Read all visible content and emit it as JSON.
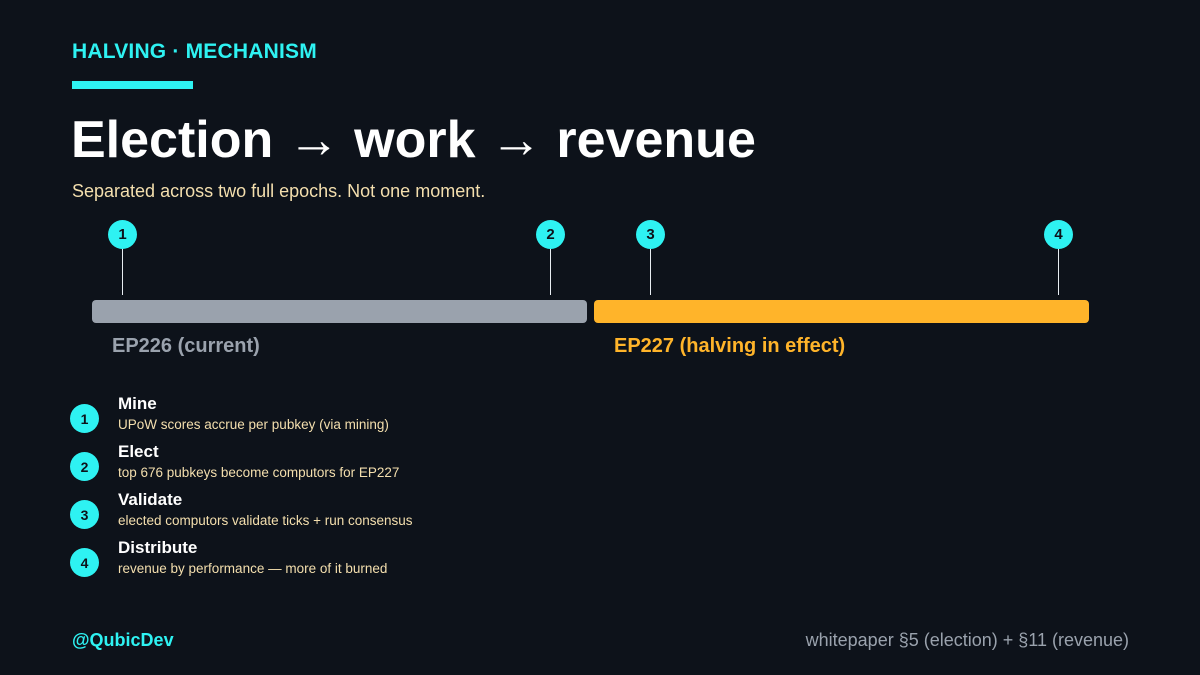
{
  "header": {
    "kicker": "HALVING · MECHANISM",
    "title": "Election → work → revenue",
    "subtitle": "Separated across two full epochs. Not one moment."
  },
  "timeline": {
    "markers": [
      "1",
      "2",
      "3",
      "4"
    ],
    "epochs": [
      {
        "label": "EP226 (current)",
        "color": "#9aa2ad"
      },
      {
        "label": "EP227 (halving in effect)",
        "color": "#ffb42a"
      }
    ]
  },
  "steps": [
    {
      "num": "1",
      "title": "Mine",
      "desc": "UPoW scores accrue per pubkey (via mining)"
    },
    {
      "num": "2",
      "title": "Elect",
      "desc": "top 676 pubkeys become computors for EP227"
    },
    {
      "num": "3",
      "title": "Validate",
      "desc": "elected computors validate ticks + run consensus"
    },
    {
      "num": "4",
      "title": "Distribute",
      "desc": "revenue by performance — more of it burned"
    }
  ],
  "footer": {
    "handle": "@QubicDev",
    "source": "whitepaper §5 (election) + §11 (revenue)"
  },
  "colors": {
    "background": "#0d121a",
    "accent": "#2ef2f2",
    "current_epoch": "#9aa2ad",
    "next_epoch": "#ffb42a",
    "body_text": "#f4dfae"
  }
}
